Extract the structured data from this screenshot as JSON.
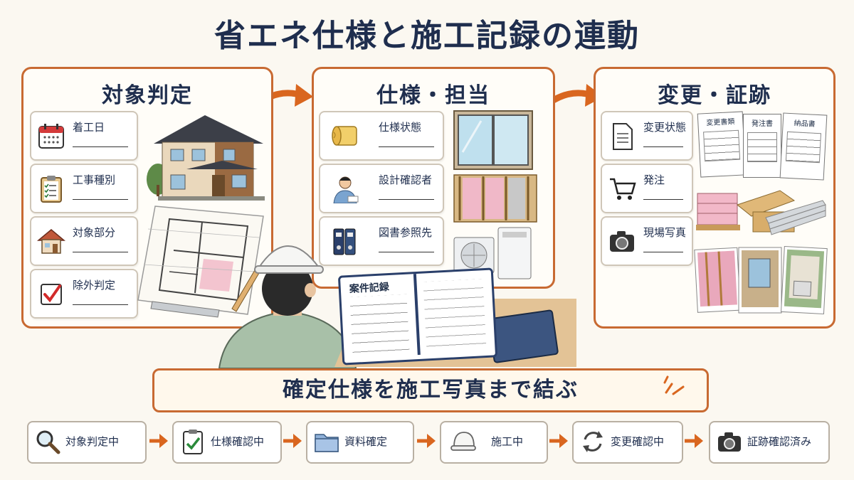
{
  "title": "省エネ仕様と施工記録の連動",
  "panels": [
    {
      "title": "対象判定",
      "cards": [
        {
          "label": "着工日",
          "icon": "calendar-icon"
        },
        {
          "label": "工事種別",
          "icon": "clipboard-icon"
        },
        {
          "label": "対象部分",
          "icon": "house-icon"
        },
        {
          "label": "除外判定",
          "icon": "checkbox-icon"
        }
      ]
    },
    {
      "title": "仕様・担当",
      "cards": [
        {
          "label": "仕様状態",
          "icon": "insulation-roll-icon"
        },
        {
          "label": "設計確認者",
          "icon": "person-writing-icon"
        },
        {
          "label": "図書参照先",
          "icon": "binder-icon"
        }
      ]
    },
    {
      "title": "変更・証跡",
      "cards": [
        {
          "label": "変更状態",
          "icon": "document-icon"
        },
        {
          "label": "発注",
          "icon": "cart-icon"
        },
        {
          "label": "現場写真",
          "icon": "camera-icon"
        }
      ],
      "docs": [
        "変更書類",
        "発注書",
        "納品書"
      ]
    }
  ],
  "notebook_title": "案件記録",
  "banner": "確定仕様を施工写真まで結ぶ",
  "steps": [
    {
      "label": "対象判定中",
      "icon": "magnifier-icon"
    },
    {
      "label": "仕様確認中",
      "icon": "clipboard-check-icon"
    },
    {
      "label": "資料確定",
      "icon": "folder-icon"
    },
    {
      "label": "施工中",
      "icon": "hard-hat-icon"
    },
    {
      "label": "変更確認中",
      "icon": "refresh-icon"
    },
    {
      "label": "証跡確認済み",
      "icon": "camera-icon"
    }
  ],
  "colors": {
    "accent": "#c86a32",
    "arrow": "#d9661f",
    "navy": "#1f2e4e",
    "background": "#fbf8f1"
  }
}
